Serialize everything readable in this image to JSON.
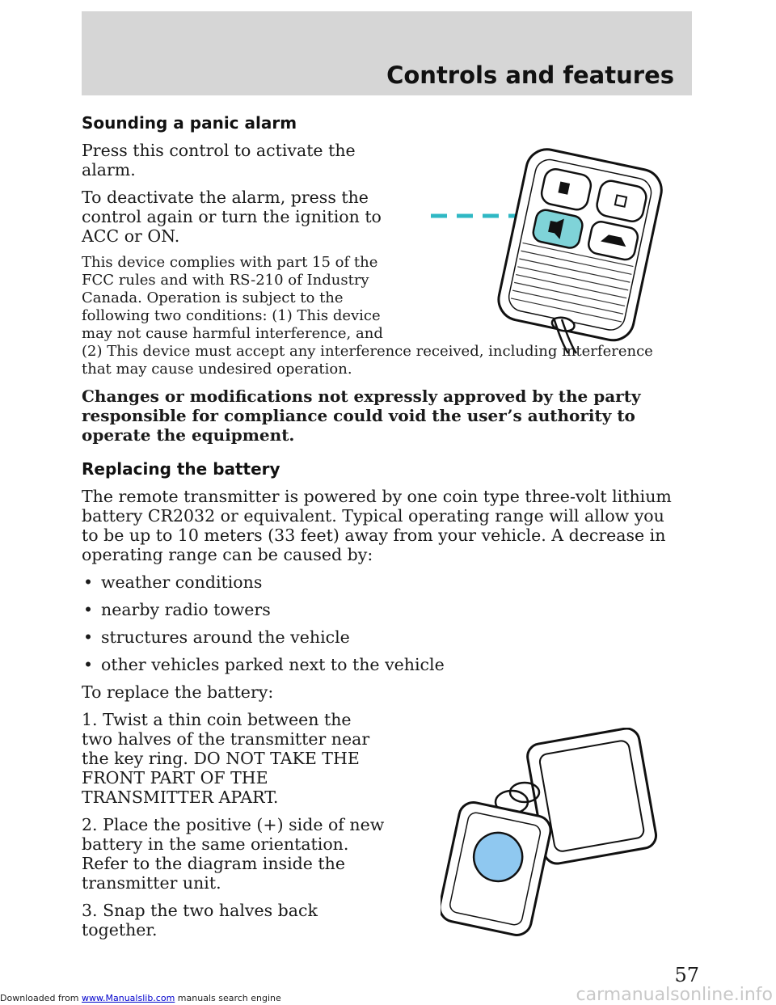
{
  "header": {
    "title": "Controls and features"
  },
  "sections": {
    "panic": {
      "heading": "Sounding a panic alarm",
      "p1": "Press this control to activate the alarm.",
      "p2": "To deactivate the alarm, press the control again or turn the ignition to ACC or ON.",
      "fcc": "This device complies with part 15 of the FCC rules and with RS-210 of Industry Canada. Operation is subject to the following two conditions: (1) This device may not cause harmful interference, and (2) This device must accept any interference received, including interference that may cause undesired operation.",
      "warning": "Changes or modifications not expressly approved by the party responsible for compliance could void the user’s authority to operate the equipment."
    },
    "battery": {
      "heading": "Replacing the battery",
      "intro": "The remote transmitter is powered by one coin type three-volt lithium battery CR2032 or equivalent. Typical operating range will allow you to be up to 10 meters (33 feet) away from your vehicle. A decrease in operating range can be caused by:",
      "bullets": [
        "weather conditions",
        "nearby radio towers",
        "structures around the vehicle",
        "other vehicles parked next to the vehicle"
      ],
      "bullet_glyph": "•",
      "to_replace": "To replace the battery:",
      "step1": "1. Twist a thin coin between the two halves of the transmitter near the key ring. DO NOT TAKE THE FRONT PART OF THE TRANSMITTER APART.",
      "step2": "2. Place the positive (+) side of new battery in the same orientation. Refer to the diagram inside the transmitter unit.",
      "step3": "3. Snap the two halves back together."
    }
  },
  "footer": {
    "prefix": "Downloaded from ",
    "link": "www.Manualslib.com",
    "suffix": " manuals search engine",
    "page_number": "57",
    "watermark": "carmanualsonline.info"
  },
  "colors": {
    "header_band": "#d6d6d6",
    "accent_teal": "#7fd3d8",
    "battery_blue": "#8fc8f0"
  }
}
